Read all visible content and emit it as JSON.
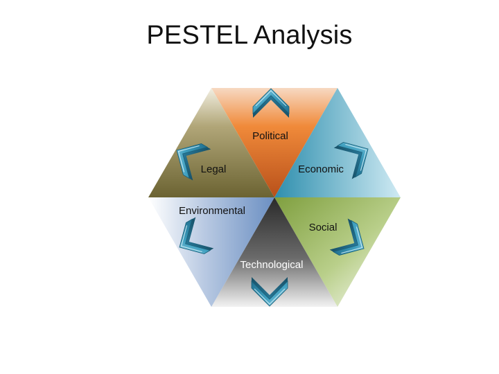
{
  "slide": {
    "title": "PESTEL Analysis"
  },
  "pestel": {
    "segments": [
      {
        "key": "political",
        "label": "Political",
        "color": "#e8762c"
      },
      {
        "key": "economic",
        "label": "Economic",
        "color": "#4bacc6"
      },
      {
        "key": "social",
        "label": "Social",
        "color": "#9bbb59"
      },
      {
        "key": "technological",
        "label": "Technological",
        "color": "#3a3a3a"
      },
      {
        "key": "environmental",
        "label": "Environmental",
        "color": "#6f8fc0"
      },
      {
        "key": "legal",
        "label": "Legal",
        "color": "#7f7747"
      }
    ],
    "arrow_color": "#3f9fbf",
    "arrow_icon": "chevron-arrow-icon"
  }
}
